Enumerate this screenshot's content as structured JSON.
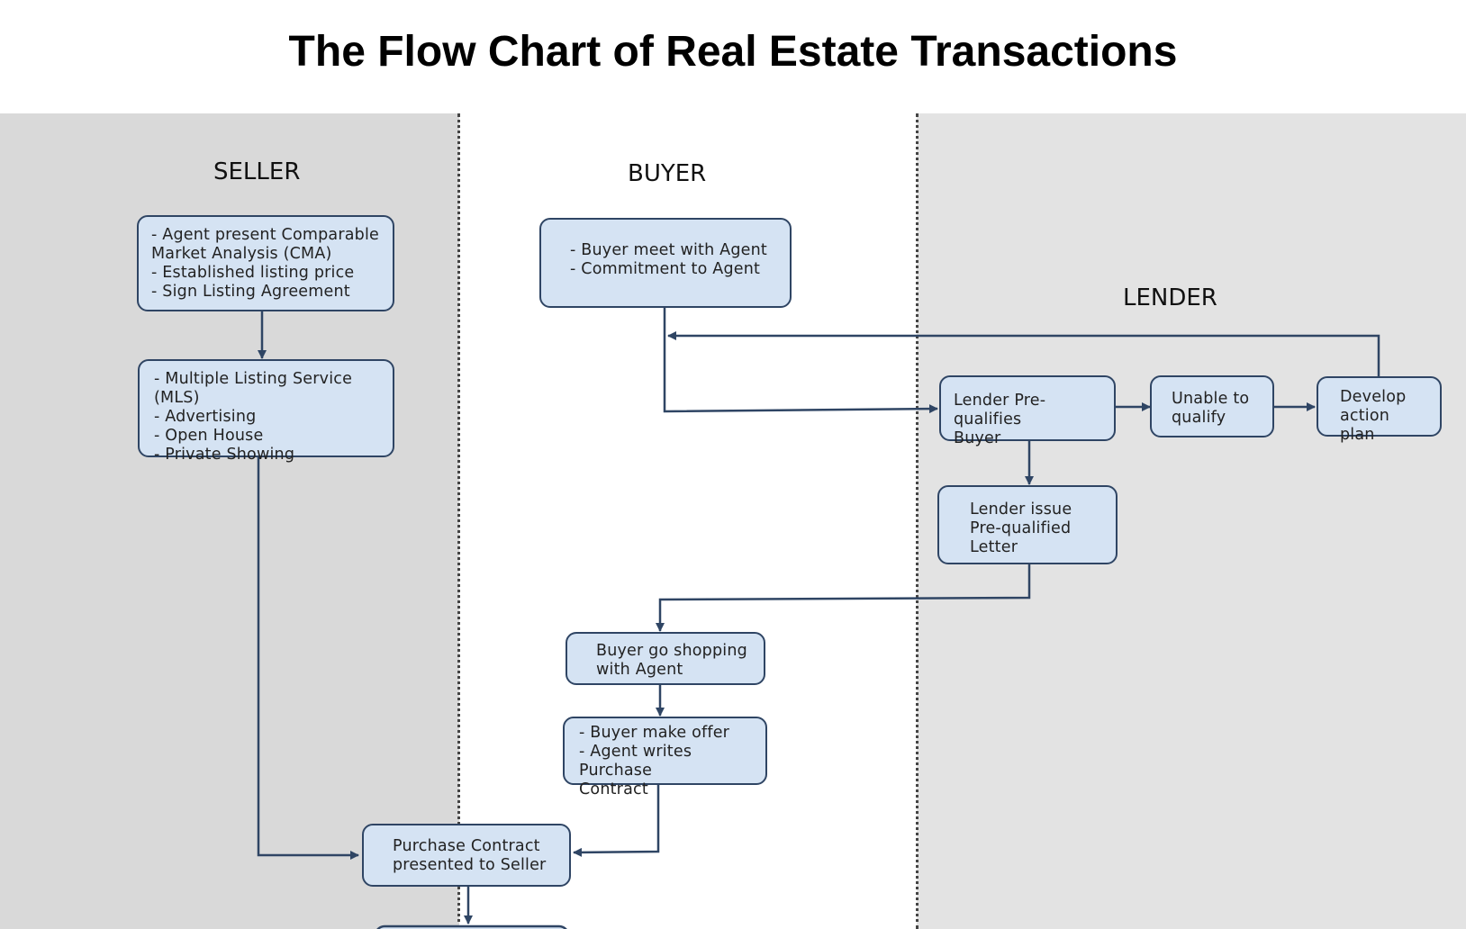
{
  "title": "The Flow Chart of Real Estate Transactions",
  "lanes": {
    "seller": "SELLER",
    "buyer": "BUYER",
    "lender": "LENDER"
  },
  "boxes": {
    "seller_cma": "- Agent present Comparable\nMarket Analysis (CMA)\n- Established listing price\n- Sign Listing Agreement",
    "seller_mls": "- Multiple Listing Service (MLS)\n- Advertising\n- Open House\n- Private Showing",
    "buyer_meet": "- Buyer meet with Agent\n- Commitment to Agent",
    "lender_prequalify": "Lender Pre-qualifies\nBuyer",
    "lender_unable": "Unable to\nqualify",
    "lender_plan": "Develop\naction plan",
    "lender_letter": "Lender issue\nPre-qualified\nLetter",
    "buyer_shopping": "Buyer go shopping\nwith Agent",
    "buyer_offer": "- Buyer make offer\n- Agent writes Purchase\nContract",
    "purchase_contract": "Purchase Contract\npresented to Seller"
  },
  "colors": {
    "box_fill": "#d5e3f3",
    "box_border": "#2f4564",
    "connector": "#2f4564",
    "seller_lane": "#d9d9d9",
    "lender_lane": "#e3e3e3"
  }
}
